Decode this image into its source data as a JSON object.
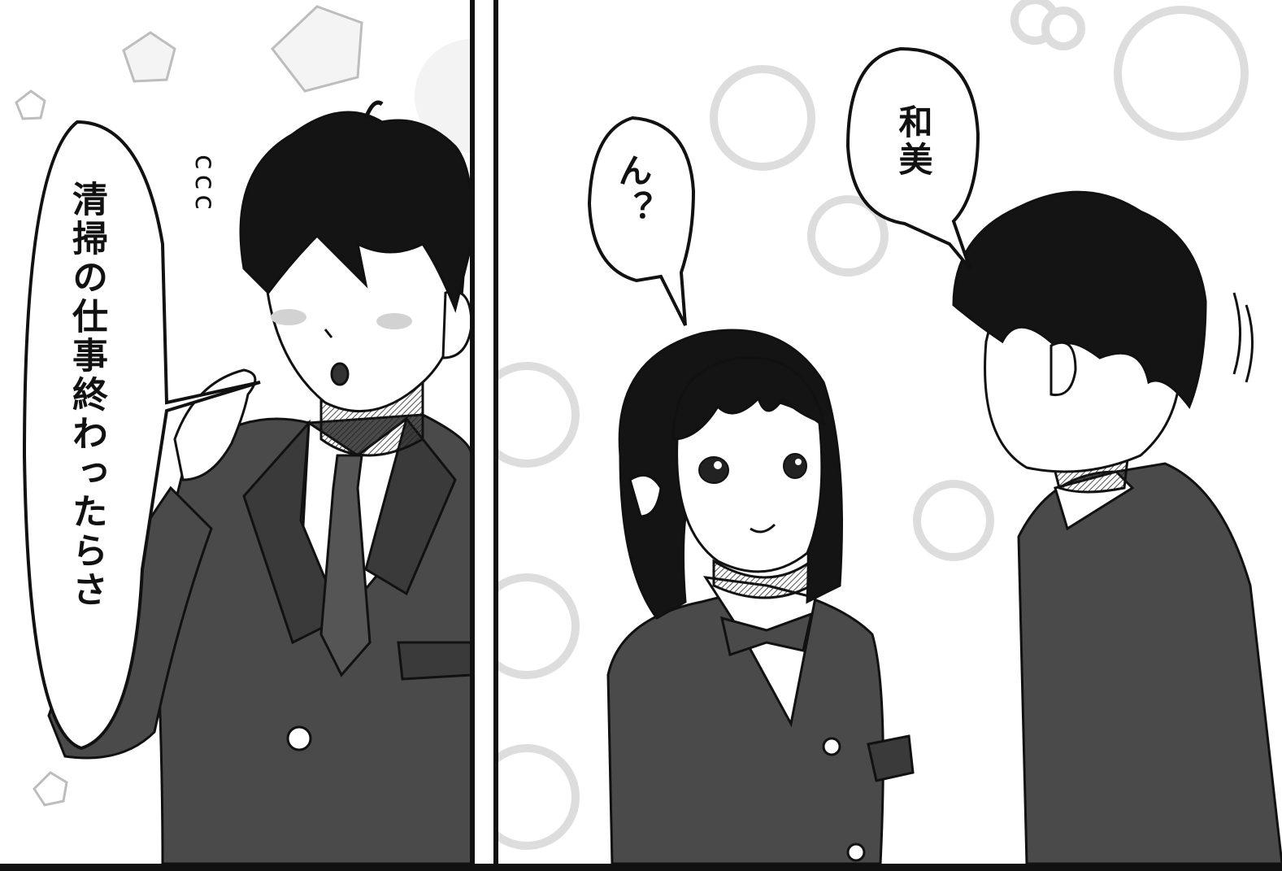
{
  "panels": {
    "left": {
      "speech": "清掃の仕事終わったらさ",
      "emotion_marks": "ccc"
    },
    "right": {
      "speech_girl": "ん？",
      "speech_boy": "和美"
    }
  },
  "palette": {
    "ink": "#111111",
    "paper": "#ffffff",
    "blazer": "#4a4a4a",
    "blazer_dark": "#3a3a3a",
    "hair": "#141414",
    "screentone": "#d8d8d8",
    "blush": "#9a9a9a"
  }
}
